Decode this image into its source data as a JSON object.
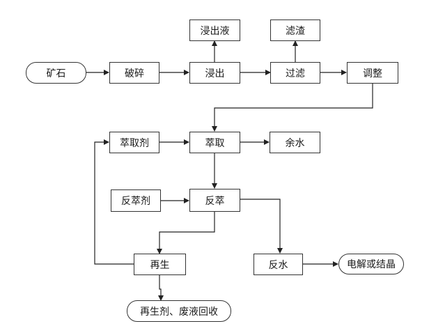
{
  "nodes": {
    "ore": "矿石",
    "crush": "破碎",
    "leach": "浸出",
    "leachate": "浸出液",
    "filter": "过滤",
    "residue": "滤渣",
    "adjust": "调整",
    "extractant": "萃取剂",
    "extract": "萃取",
    "raffinate": "余水",
    "strip_agent": "反萃剂",
    "strip": "反萃",
    "regen": "再生",
    "strip_water": "反水",
    "electro": "电解或结晶",
    "waste": "再生剂、废液回收"
  }
}
